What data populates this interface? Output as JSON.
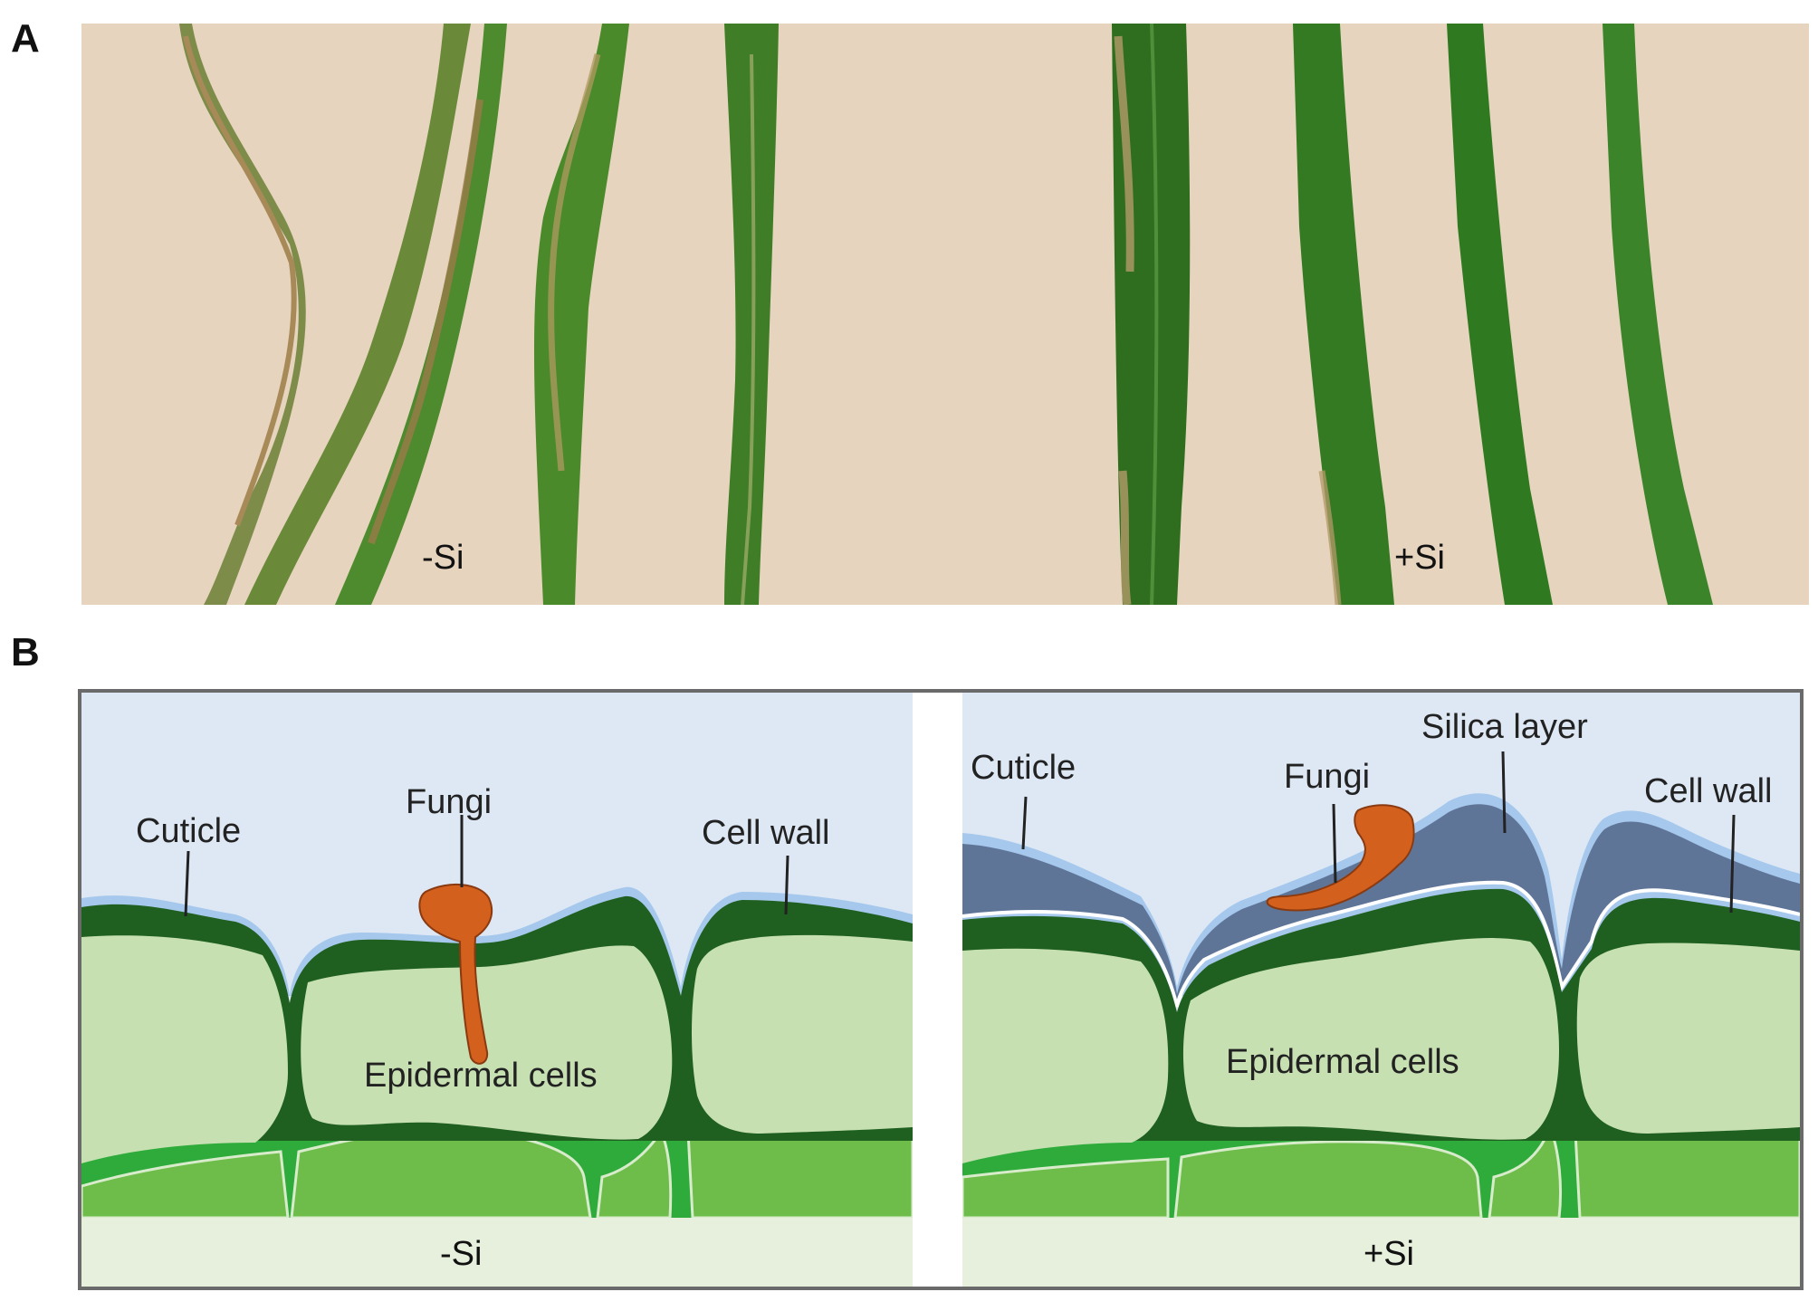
{
  "panel_a": {
    "letter": "A",
    "label_minus_si": "-Si",
    "label_plus_si": "+Si",
    "colors": {
      "background": "#e6d4be",
      "leaf_green": "#3d7d28",
      "leaf_dark": "#2e6a1e",
      "lesion_brown": "#9a7a4a"
    }
  },
  "panel_b": {
    "letter": "B",
    "left": {
      "cuticle": "Cuticle",
      "fungi": "Fungi",
      "cell_wall": "Cell wall",
      "epidermal_cells": "Epidermal cells",
      "condition": "-Si"
    },
    "right": {
      "cuticle": "Cuticle",
      "fungi": "Fungi",
      "silica_layer": "Silica layer",
      "cell_wall": "Cell wall",
      "epidermal_cells": "Epidermal cells",
      "condition": "+Si"
    },
    "colors": {
      "sky": "#dde8f4",
      "cuticle": "#a6c8ec",
      "silica": "#5f7598",
      "cell_wall": "#1f5f1f",
      "epidermal": "#c6e0b2",
      "mesophyll": "#6ebc4a",
      "mesophyll_gap": "#2eab3a",
      "fungi": "#d4601e",
      "strip": "#e6f0dc",
      "frame": "#6a6a6a"
    }
  }
}
